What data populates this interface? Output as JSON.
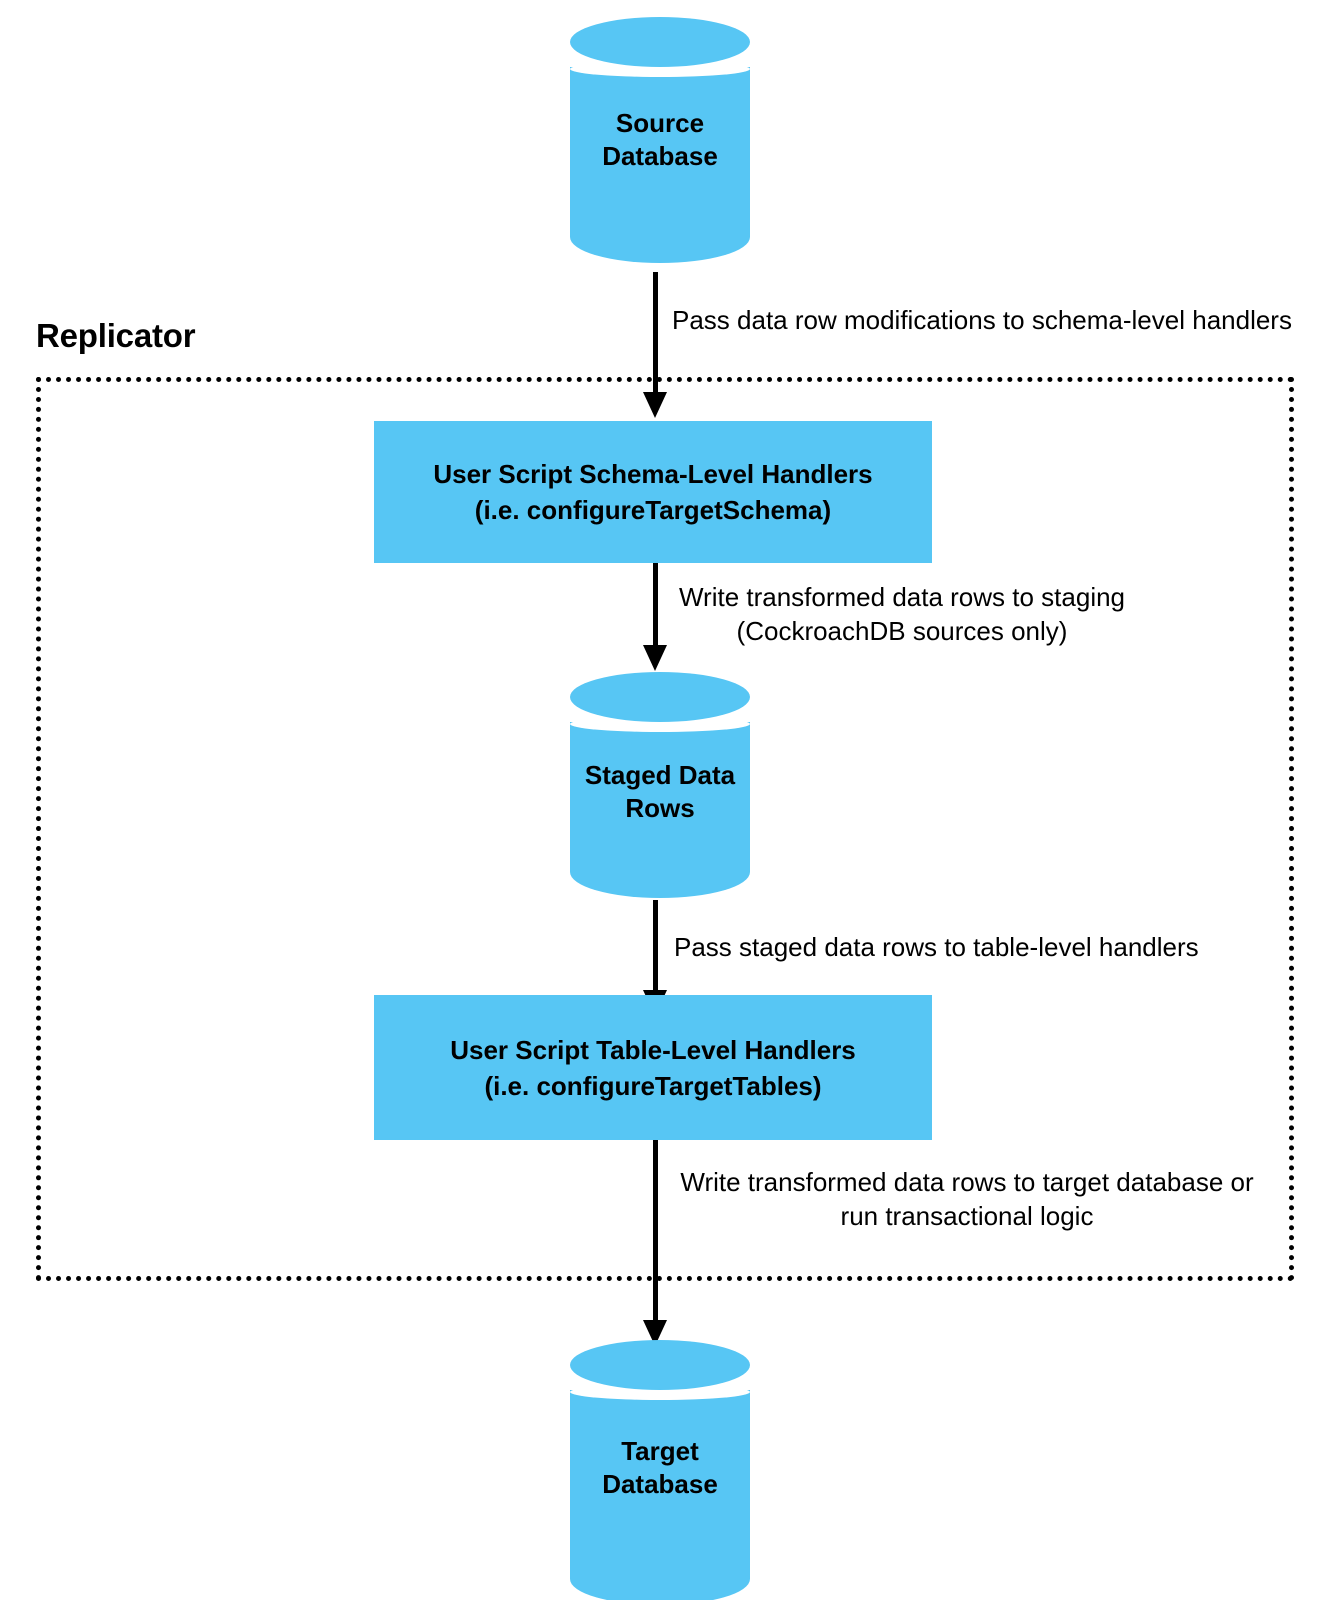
{
  "diagram": {
    "title": "Replicator data flow",
    "container": {
      "label": "Replicator"
    },
    "colors": {
      "node_fill": "#57c6f4",
      "stroke": "#000000",
      "background": "#ffffff"
    },
    "nodes": [
      {
        "id": "source-database",
        "shape": "cylinder",
        "label": "Source\nDatabase"
      },
      {
        "id": "schema-level-handlers",
        "shape": "rectangle",
        "label": "User Script Schema-Level Handlers\n(i.e. configureTargetSchema)"
      },
      {
        "id": "staged-data-rows",
        "shape": "cylinder",
        "label": "Staged Data\nRows"
      },
      {
        "id": "table-level-handlers",
        "shape": "rectangle",
        "label": "User Script Table-Level Handlers\n(i.e. configureTargetTables)"
      },
      {
        "id": "target-database",
        "shape": "cylinder",
        "label": "Target\nDatabase"
      }
    ],
    "edges": [
      {
        "id": "source-to-schema-handlers",
        "from": "source-database",
        "to": "schema-level-handlers",
        "label": "Pass data row modifications to schema-level handlers"
      },
      {
        "id": "schema-handlers-to-staging",
        "from": "schema-level-handlers",
        "to": "staged-data-rows",
        "label": "Write transformed data rows to staging\n(CockroachDB sources only)"
      },
      {
        "id": "staging-to-table-handlers",
        "from": "staged-data-rows",
        "to": "table-level-handlers",
        "label": "Pass staged data rows to table-level handlers"
      },
      {
        "id": "table-handlers-to-target",
        "from": "table-level-handlers",
        "to": "target-database",
        "label": "Write transformed data rows to target database or\nrun transactional logic"
      }
    ]
  }
}
